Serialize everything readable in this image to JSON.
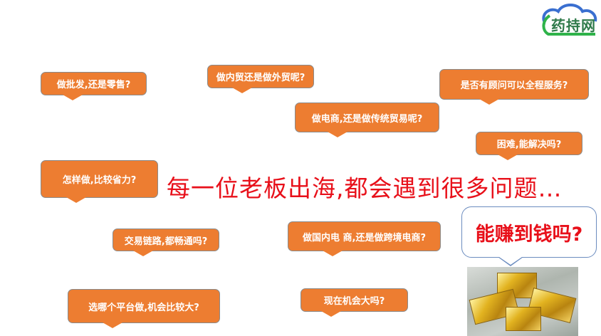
{
  "logo": {
    "text": "药持网",
    "icon": "cloud-logo-icon",
    "colors": {
      "cloud": "#3a6fd0",
      "swoosh": "#2fb34a",
      "text": "#2f7a4a"
    }
  },
  "headline": "每一位老板出海,都会遇到很多问题…",
  "bubbles": [
    {
      "id": "wholesale-retail",
      "text": "做批发,还是零售?"
    },
    {
      "id": "domestic-foreign-trade",
      "text": "做内贸还是做外贸呢?"
    },
    {
      "id": "consultant-service",
      "text": "是否有顾问可以全程服务?"
    },
    {
      "id": "ecommerce-traditional",
      "text": "做电商,还是做传统贸易呢?"
    },
    {
      "id": "difficulty",
      "text": "困难,能解决吗?"
    },
    {
      "id": "save-effort",
      "text": "怎样做,比较省力?"
    },
    {
      "id": "trade-chain",
      "text": "交易链路,都畅通吗?"
    },
    {
      "id": "domestic-crossborder",
      "text": "做国内电 商,还是做跨境电商?"
    },
    {
      "id": "which-platform",
      "text": "选哪个平台做,机会比较大?"
    },
    {
      "id": "opportunity-now",
      "text": "现在机会大吗?"
    }
  ],
  "money_question": "能赚到钱吗?",
  "image": {
    "icon": "gold-bars-money-image"
  },
  "colors": {
    "bubble": "#ed7d31",
    "headline": "#e8101a",
    "bubble_border": "#8a8a8a"
  }
}
